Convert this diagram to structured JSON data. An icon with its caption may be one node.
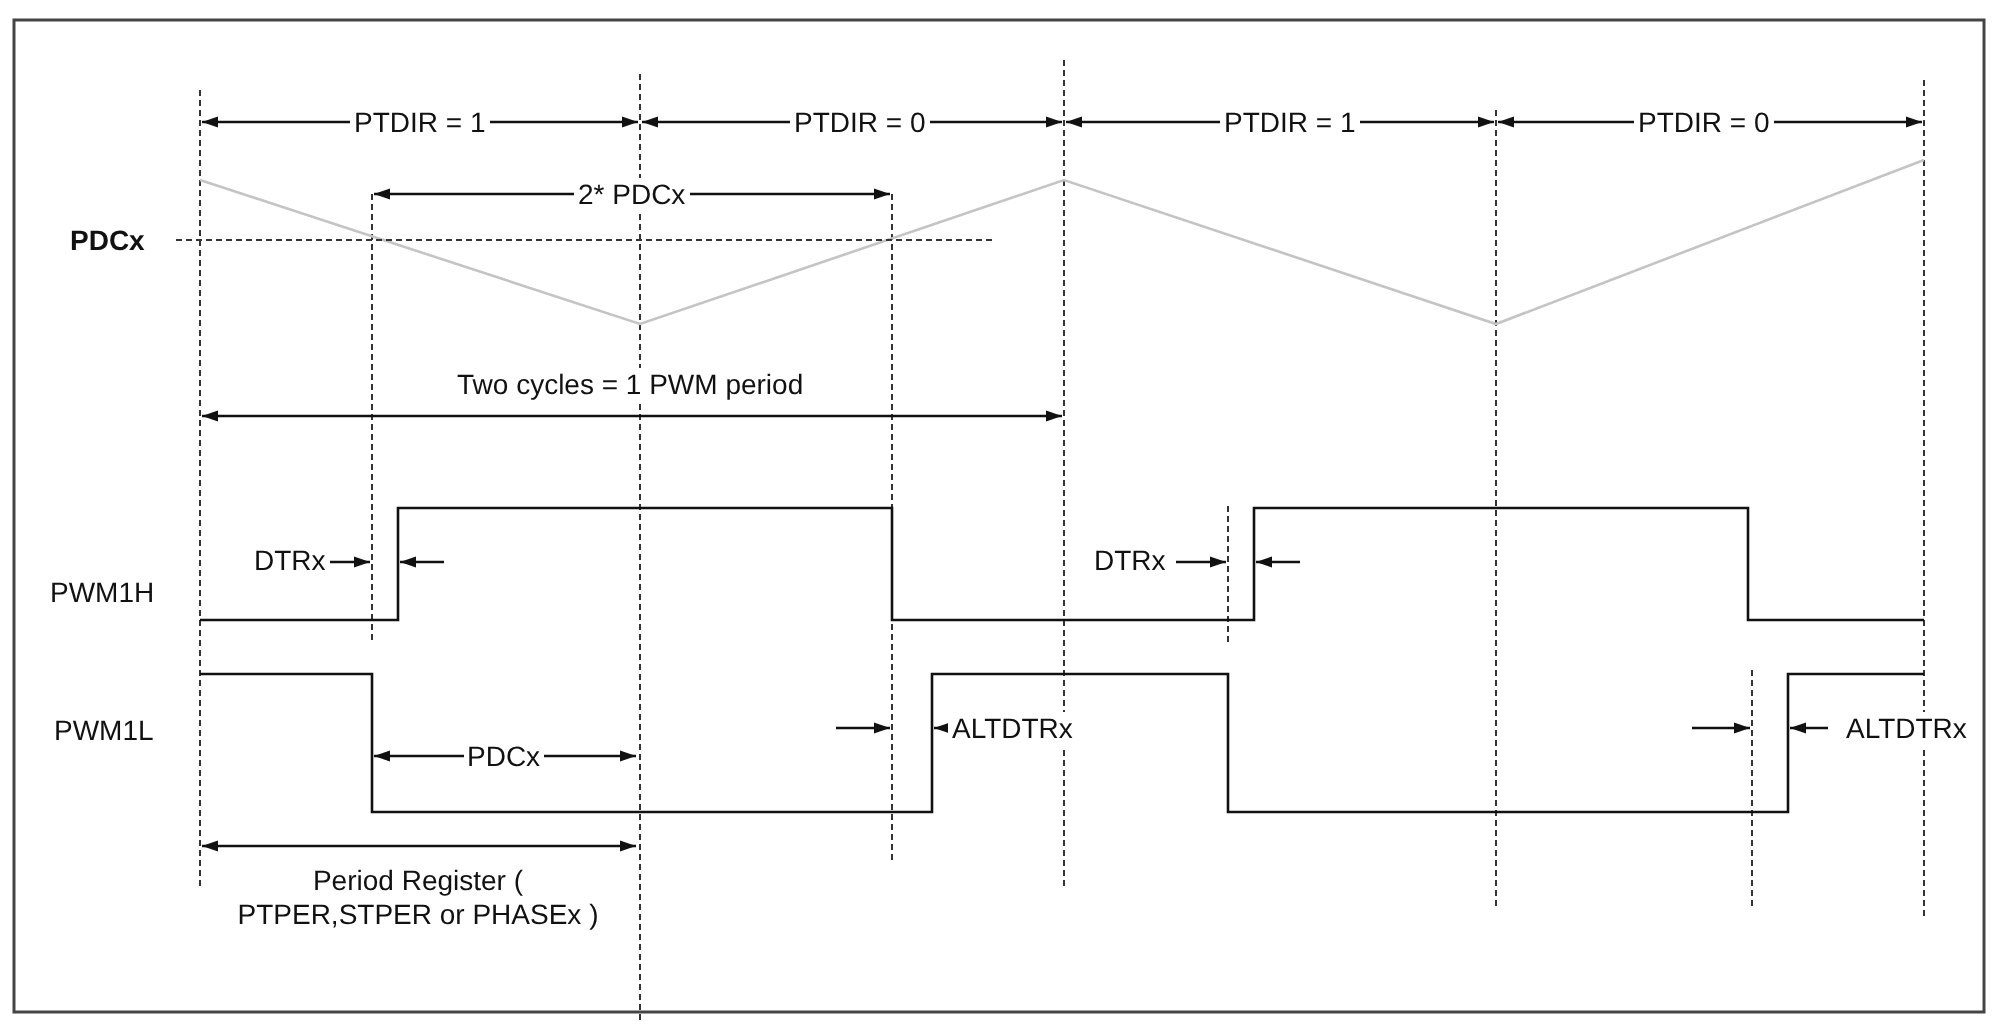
{
  "diagram": {
    "labels": [
      "PTDIR = 1",
      "PTDIR = 0",
      "PTDIR = 1",
      "PTDIR = 0",
      "2* PDCx",
      "PDCx",
      "Two cycles = 1 PWM period",
      "DTRx",
      "DTRx",
      "PWM1H",
      "PWM1L",
      "PDCx",
      "ALTDTRx",
      "ALTDTRx",
      "Period Register ( PTPER,STPER or PHASEx )"
    ]
  }
}
